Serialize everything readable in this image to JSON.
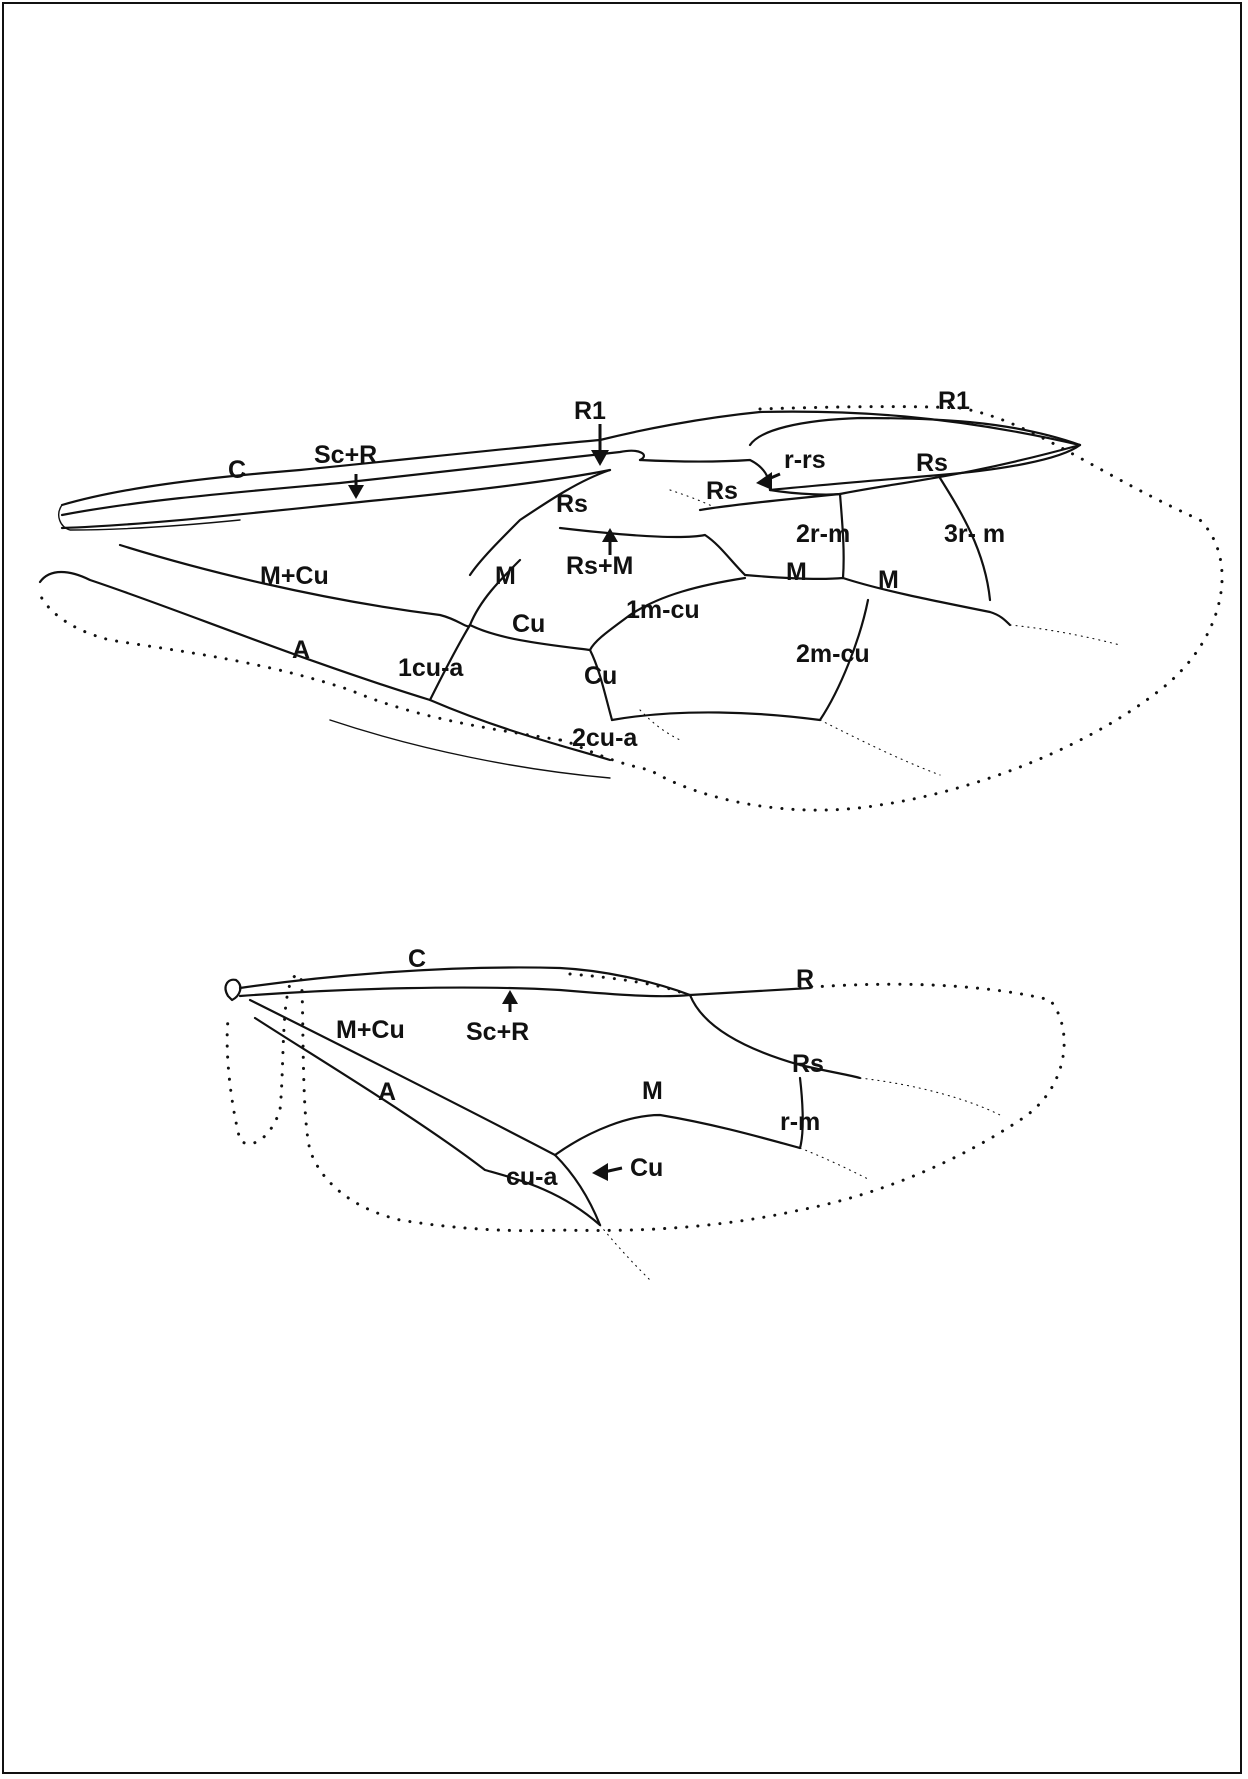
{
  "forewing": {
    "labels": {
      "C": "C",
      "ScR": "Sc+R",
      "R1_left": "R1",
      "R1_right": "R1",
      "rrs": "r-rs",
      "Rs_a": "Rs",
      "Rs_b": "Rs",
      "Rs_c": "Rs",
      "RsM": "Rs+M",
      "r2m": "2r-m",
      "r3m": "3r- m",
      "MCu": "M+Cu",
      "M_a": "M",
      "M_b": "M",
      "M_c": "M",
      "Cu_a": "Cu",
      "Cu_b": "Cu",
      "m1cu": "1m-cu",
      "m2cu": "2m-cu",
      "A": "A",
      "cu1a": "1cu-a",
      "cu2a": "2cu-a"
    }
  },
  "hindwing": {
    "labels": {
      "C": "C",
      "R": "R",
      "ScR": "Sc+R",
      "MCu": "M+Cu",
      "A": "A",
      "M": "M",
      "Rs": "Rs",
      "rm": "r-m",
      "cua": "cu-a",
      "Cu": "Cu"
    }
  }
}
